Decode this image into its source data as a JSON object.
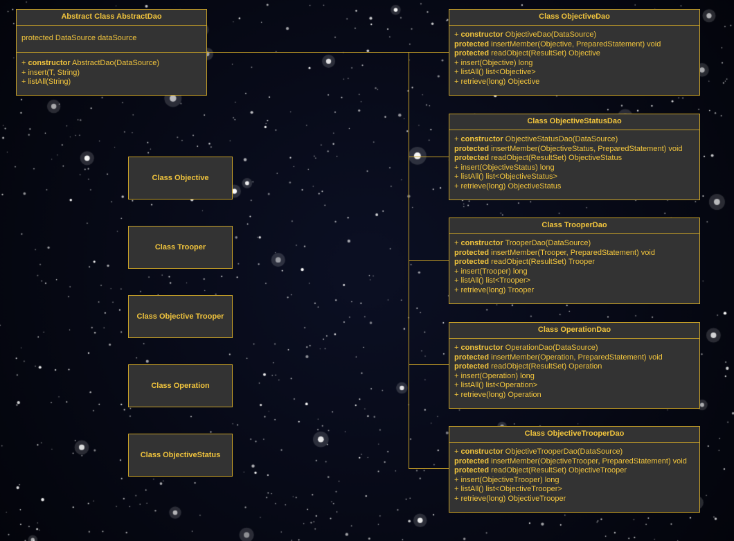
{
  "abstract_dao": {
    "header": "Abstract Class AbstractDao",
    "field": "protected DataSource dataSource",
    "methods": [
      {
        "prefix": "+ ",
        "kw": "constructor",
        "rest": " AbstractDao(DataSource)"
      },
      {
        "prefix": "+ ",
        "kw": "",
        "rest": "insert(T, String)"
      },
      {
        "prefix": "+ ",
        "kw": "",
        "rest": "listAll(String)"
      }
    ]
  },
  "entity_classes": [
    "Class Objective",
    "Class Trooper",
    "Class Objective Trooper",
    "Class Operation",
    "Class ObjectiveStatus"
  ],
  "dao_classes": [
    {
      "header": "Class ObjectiveDao",
      "methods": [
        {
          "prefix": "+ ",
          "kw": "constructor",
          "rest": " ObjectiveDao(DataSource)"
        },
        {
          "prefix": "",
          "kw": "protected",
          "rest": " insertMember(Objective, PreparedStatement) void"
        },
        {
          "prefix": "",
          "kw": "protected",
          "rest": " readObject(ResultSet)   Objective"
        },
        {
          "prefix": "+ ",
          "kw": "",
          "rest": "insert(Objective)   long"
        },
        {
          "prefix": "+ ",
          "kw": "",
          "rest": "listAll()   list<Objective>"
        },
        {
          "prefix": "+ ",
          "kw": "",
          "rest": "retrieve(long)   Objective"
        }
      ]
    },
    {
      "header": "Class ObjectiveStatusDao",
      "methods": [
        {
          "prefix": "+ ",
          "kw": "constructor",
          "rest": " ObjectiveStatusDao(DataSource)"
        },
        {
          "prefix": "",
          "kw": "protected",
          "rest": " insertMember(ObjectiveStatus, PreparedStatement) void"
        },
        {
          "prefix": "",
          "kw": "protected",
          "rest": " readObject(ResultSet)   ObjectiveStatus"
        },
        {
          "prefix": "+ ",
          "kw": "",
          "rest": "insert(ObjectiveStatus)   long"
        },
        {
          "prefix": "+ ",
          "kw": "",
          "rest": "listAll()   list<ObjectiveStatus>"
        },
        {
          "prefix": "+ ",
          "kw": "",
          "rest": "retrieve(long)   ObjectiveStatus"
        }
      ]
    },
    {
      "header": "Class TrooperDao",
      "methods": [
        {
          "prefix": "+ ",
          "kw": "constructor",
          "rest": " TrooperDao(DataSource)"
        },
        {
          "prefix": "",
          "kw": "protected",
          "rest": " insertMember(Trooper, PreparedStatement) void"
        },
        {
          "prefix": "",
          "kw": "protected",
          "rest": " readObject(ResultSet)   Trooper"
        },
        {
          "prefix": "+ ",
          "kw": "",
          "rest": "insert(Trooper)   long"
        },
        {
          "prefix": "+ ",
          "kw": "",
          "rest": "listAll()   list<Trooper>"
        },
        {
          "prefix": "+ ",
          "kw": "",
          "rest": "retrieve(long)   Trooper"
        }
      ]
    },
    {
      "header": "Class OperationDao",
      "methods": [
        {
          "prefix": "+ ",
          "kw": "constructor",
          "rest": " OperationDao(DataSource)"
        },
        {
          "prefix": "",
          "kw": "protected",
          "rest": " insertMember(Operation, PreparedStatement) void"
        },
        {
          "prefix": "",
          "kw": "protected",
          "rest": " readObject(ResultSet)   Operation"
        },
        {
          "prefix": "+ ",
          "kw": "",
          "rest": "insert(Operation)   long"
        },
        {
          "prefix": "+ ",
          "kw": "",
          "rest": "listAll()   list<Operation>"
        },
        {
          "prefix": "+ ",
          "kw": "",
          "rest": "retrieve(long)   Operation"
        }
      ]
    },
    {
      "header": "Class ObjectiveTrooperDao",
      "methods": [
        {
          "prefix": "+ ",
          "kw": "constructor",
          "rest": " ObjectiveTrooperDao(DataSource)"
        },
        {
          "prefix": "",
          "kw": "protected",
          "rest": " insertMember(ObjectiveTrooper, PreparedStatement) void"
        },
        {
          "prefix": "",
          "kw": "protected",
          "rest": " readObject(ResultSet)   ObjectiveTrooper"
        },
        {
          "prefix": "+ ",
          "kw": "",
          "rest": "insert(ObjectiveTrooper)   long"
        },
        {
          "prefix": "+ ",
          "kw": "",
          "rest": "listAll()   list<ObjectiveTrooper>"
        },
        {
          "prefix": "+ ",
          "kw": "",
          "rest": "retrieve(long)   ObjectiveTrooper"
        }
      ]
    }
  ],
  "colors": {
    "background": "#05070f",
    "box_fill": "#333333",
    "box_border": "#c9a227",
    "text": "#f2c53d",
    "connector": "#c9a227"
  }
}
